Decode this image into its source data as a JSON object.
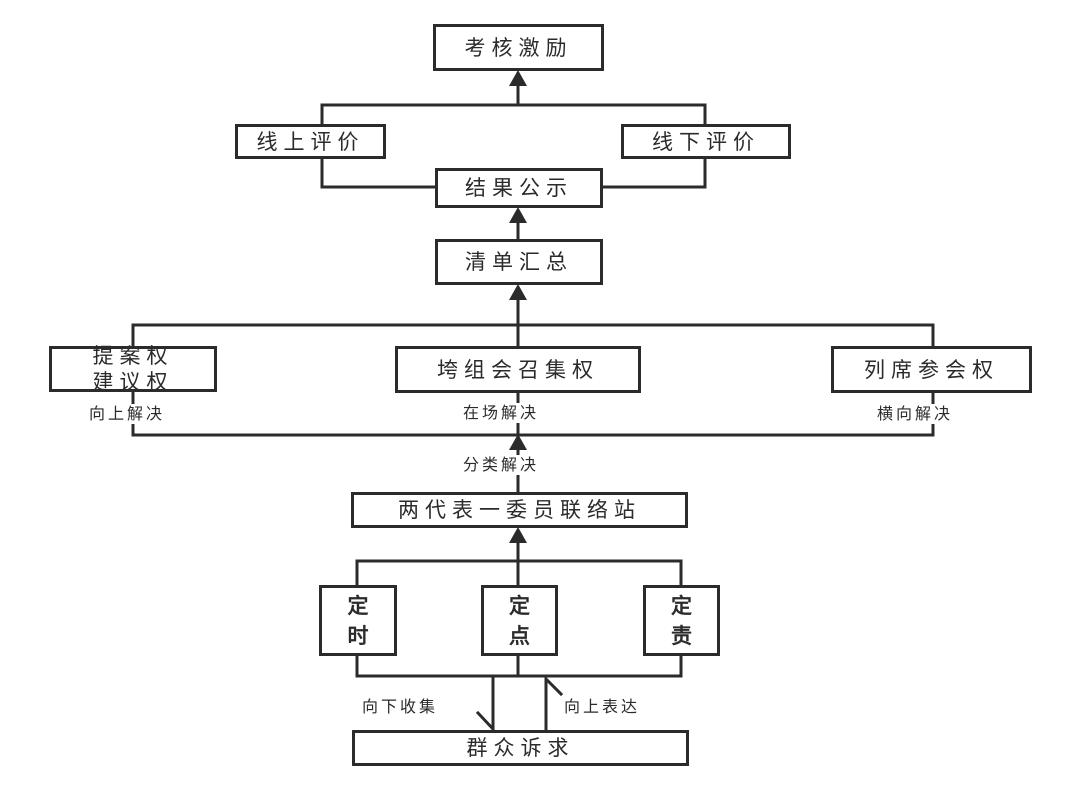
{
  "diagram": {
    "nodes": {
      "kaohe": "考核激励",
      "xianshang": "线上评价",
      "xianxia": "线下评价",
      "jieguo": "结果公示",
      "qingdan": "清单汇总",
      "tian_line1": "提案权",
      "tian_line2": "建议权",
      "kuazu": "垮组会召集权",
      "liexi": "列席参会权",
      "station": "两代表一委员联络站",
      "dingshi_1": "定",
      "dingshi_2": "时",
      "dingdian_1": "定",
      "dingdian_2": "点",
      "dingze_1": "定",
      "dingze_2": "责",
      "qunzhong": "群众诉求"
    },
    "edge_labels": {
      "up_solve": "向上解决",
      "onsite_solve": "在场解决",
      "lateral_solve": "横向解决",
      "classify_solve": "分类解决",
      "collect_down": "向下收集",
      "express_up": "向上表达"
    }
  }
}
